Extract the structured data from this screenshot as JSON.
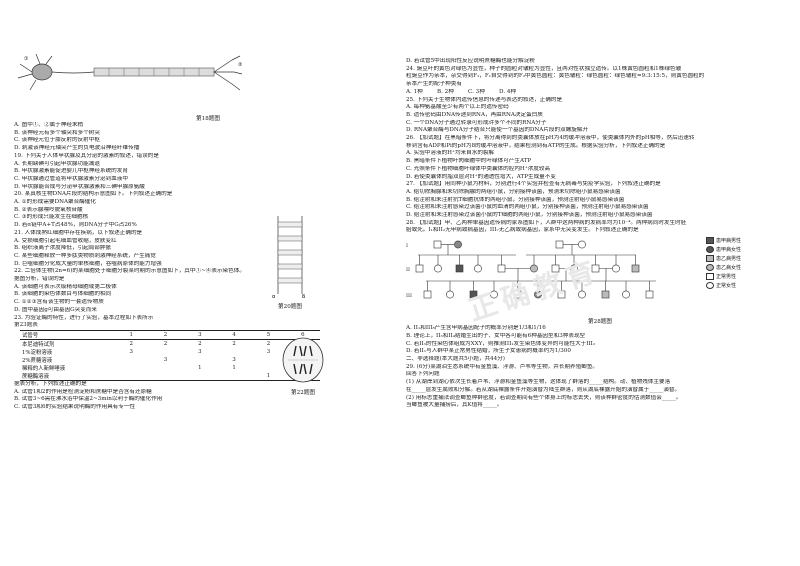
{
  "left": {
    "fig18_caption": "第18题图",
    "q18_lines": [
      "A. 图中①、②属于神经末梢",
      "B. 该神经元有多个轴突和多个树突",
      "C. 该神经元位于膝反射的反射中枢",
      "D. 刺激该神经元轴突产生的负电波沿神经纤维传播"
    ],
    "q19_lines": [
      "19. 下列关于人体甲状腺及其分泌的激素的叙述，错误的是",
      "A. 长期缺碘可引起甲状腺功能减退",
      "B. 甲状腺激素能促进婴儿中枢神经系统的发育",
      "C. 甲状腺通过管道将甲状腺激素分泌到血液中",
      "D. 甲状腺能合成与分泌甲状腺激素和三碘甲腺原氨酸"
    ],
    "q20_lines": [
      "20. 某真核生物DNA片段的结构示意图如下。下列叙述正确的是",
      "A. ①的形成需要DNA聚合酶催化",
      "B. ②表示腺嘌呤脱氧核苷酸",
      "C. ③的形成只能发生在细胞核",
      "D. 若α链中A+T占48%，则DNA分子中G占26%"
    ],
    "fig20_caption": "第20题图",
    "q21_lines": [
      "21. 人体成熟红细胞中存在疾病，以下叙述正确的是",
      "A. 受损细胞引起毛细血管收缩，皮肤变红",
      "B. 组织液离子浓度降低，引起局部肿胀",
      "C. 某些细胞释放一种多肽类物质刺激神经系统，产生痛觉",
      "D. 巨噬细胞分化成大量的单核细胞，吞噬病原体的能力增强"
    ],
    "q22_lines": [
      "22. 二倍体生物(2n=6)的某细胞处于细胞分裂某时期的示意图如下，其中①~④表示染色体。",
      "据图分析，错误的是",
      "A. 该细胞可表示次级精母细胞或第二极体",
      "B. 该细胞的染色体数目与体细胞的相同",
      "C. ①②③含有该生物的一套遗传物质",
      "D. 图中基因g可由基因G突变而来"
    ],
    "fig22_caption": "第22题图",
    "q23_lines": [
      "23. 为验证酶的特性，进行了实验，基本过程如下表所示",
      "第23题表"
    ],
    "table23": {
      "header": [
        "试管号",
        "1",
        "2",
        "3",
        "4",
        "5",
        "6"
      ],
      "rows": [
        [
          "本尼迪特试剂",
          "2",
          "2",
          "2",
          "2",
          "2",
          "2"
        ],
        [
          "1%淀粉溶液",
          "3",
          "",
          "3",
          "",
          "3",
          ""
        ],
        [
          "2%蔗糖溶液",
          "",
          "3",
          "",
          "3",
          "",
          "3"
        ],
        [
          "稀释的人新鲜唾液",
          "",
          "",
          "1",
          "1",
          "",
          ""
        ],
        [
          "蔗糖酶溶液",
          "",
          "",
          "",
          "",
          "1",
          "1"
        ]
      ]
    },
    "q23_after": [
      "据表分析，下列叙述正确的是",
      "A. 试管1和2的作用是检测淀粉和蔗糖中是否含有还原糖",
      "B. 试管3~6需在沸水浴中保温2~3min以利于酶的催化作用",
      "C. 试管3和6的实验结果说明酶的作用具有专一性"
    ]
  },
  "right": {
    "q23_d": "D. 若试管5中出现阳性反应说明蔗糖酶也能分解淀粉",
    "q24_lines": [
      "24. 豌豆叶的黄色对绿色为显性，种子的圆粒对皱粒为显性，且两对性状独立遗传。以1株黄色圆粒和1株绿色皱",
      "粒豌豆作为亲本，杂交得到F₁，F₁自交得到的F₂中黄色圆粒：黄色皱粒：绿色圆粒：绿色皱粒=9:3:15:5，则黄色圆粒的",
      "亲本产生的配子种类有",
      "A. 1种        B. 2种        C. 3种        D. 4种"
    ],
    "q25_lines": [
      "25. 下列关于生物体内遗传信息的传递与表达的叙述，正确的是",
      "A. 每种氨基酸至少有两个以上的遗传密码",
      "B. 遗传密码由DNA传递到RNA，再由RNA决定蛋白质",
      "C. 一个DNA分子通过转录可形成许多个不同的RNA分子",
      "D. RNA聚合酶与DNA分子结合只能使一个基因的DNA片段的双螺旋解开"
    ],
    "q26_lines": [
      "26. 【加试题】在黑暗条件下，将分离得到的类囊体放在pH为4的缓冲溶液中，使类囊体内外的pH相等，然后迅速转",
      "移到含有ADP和Pi的pH为8的缓冲溶液中，结果检测到有ATP的生成。根据实验分析，下列叙述正确的是",
      "A. 实验中溶液的H⁺均来自水的裂解",
      "B. 黑暗条件下植物叶肉细胞中的叶绿体可产生ATP",
      "C. 光照条件下植物细胞叶绿体中类囊体的腔内H⁺浓度较高",
      "D. 若使类囊体的脂双层对H⁺的通透性增大，ATP生成量不变"
    ],
    "q27_lines": [
      "27. 【加试题】用同种小鼠为材料，分别进行4个实验并检查有无病毒与免疫学实验，下列叙述正确的是",
      "A. 给切除胸腺和未切除胸腺的两组小鼠，分别接种该菌，预测未切除组小鼠易感染该菌",
      "B. 给注射和未注射抗T细胞抗体的两组小鼠，分别接种该菌，预测注射组小鼠易感染该菌",
      "C. 给注射和未注射感染过该菌小鼠的血清的两组小鼠，分别接种该菌，预测注射组小鼠易感染该菌",
      "D. 给注射和未注射感染过该菌小鼠的T细胞的两组小鼠，分别接种该菌，预测注射组小鼠易感染该菌"
    ],
    "q28_lines": [
      "28. 【加试题】甲、乙两种单基因遗传病的家系图如下，人群中这两种病的发病率均为10⁻⁴。两种病同时发生时胚",
      "胎致死。I₁和II₂无甲病致病基因，III₇无乙病致病基因，家系中无突变发生。下列叙述正确的是"
    ],
    "legend": [
      "患甲病男性",
      "患甲病女性",
      "患乙病男性",
      "患乙病女性",
      "正常男性",
      "正常女性"
    ],
    "fig28_caption": "第28题图",
    "watermark": "正确教育",
    "q28_after": [
      "A. II₁和III₈产生含甲病基因配子的概率分别是1/3和1/16",
      "B. 理论上，II₃和II₄结婚生出的子、女中各可能有6种基因型和3种表现型",
      "C. 若II₃的性染色体组成为XXY，则推测III₁发生染色体变异的可能性大于III₂",
      "D. 若II₁与人群中某正常男性结婚，所生子女患病的概率约为1/300"
    ],
    "section2": "二、非选择题(本大题共5小题，共44分)",
    "q29_lines": [
      "29. (6分)某湖泊生态系统中有金鱼藻、浮游、芦苇等生物，并长期养殖鲫鱼。",
      "回答下列问题",
      "(1) 从湖岸到湖心依次生长着芦苇、浮游和金鱼藻等生物，这体现了群落的_____结构。动、植物残体主要落",
      "在_____层发生腐败和分解。若从湖底裸露条件开始演替为陆生群落，则从湖底裸露开始的演替属于_____演替。",
      "(2) 用标志重捕法调查鲫鱼种群密度，若调查期间有些个体身上的标志丢失，则该种群密度的估测数值会_____。",
      "当鲫鱼被大量捕捞后，其K值将_____。"
    ]
  }
}
